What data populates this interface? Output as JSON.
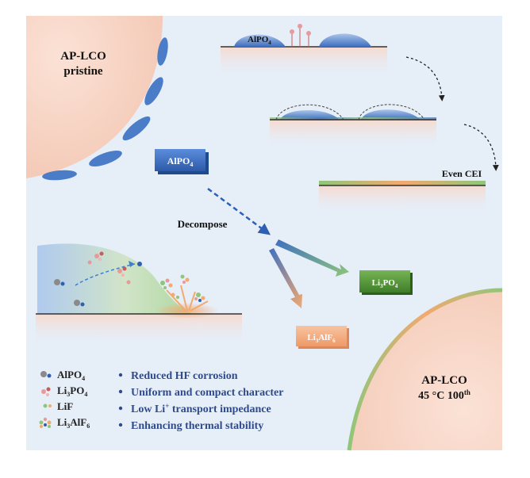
{
  "labels": {
    "pristine_line1": "AP-LCO",
    "pristine_line2": "pristine",
    "cycled_line1": "AP-LCO",
    "cycled_line2_pre": "45 °C 100",
    "cycled_line2_sup": "th",
    "surface_alpo4_base": "AlPO",
    "surface_alpo4_sub": "4",
    "even_cei": "Even CEI",
    "decompose": "Decompose"
  },
  "badges": {
    "alpo4": {
      "base": "AlPO",
      "sub": "4",
      "color": "#3b6fc4"
    },
    "li3po4": {
      "pre": "Li",
      "sub1": "3",
      "mid": "PO",
      "sub2": "4",
      "color": "#5a9a3c"
    },
    "li3alf6": {
      "pre": "Li",
      "sub1": "3",
      "mid": "AlF",
      "sub2": "6",
      "color": "#f2a77a"
    }
  },
  "legend": [
    {
      "pre": "AlPO",
      "sub": "4",
      "post": "",
      "icon": "alpo4-particle-icon"
    },
    {
      "pre": "Li",
      "sub": "3",
      "post": "PO",
      "sub2": "4",
      "icon": "li3po4-particle-icon"
    },
    {
      "pre": "LiF",
      "sub": "",
      "post": "",
      "icon": "lif-particle-icon"
    },
    {
      "pre": "Li",
      "sub": "3",
      "post": "AlF",
      "sub2": "6",
      "icon": "li3alf6-particle-icon"
    }
  ],
  "bullets": [
    {
      "text": "Reduced HF corrosion"
    },
    {
      "text": "Uniform and compact character"
    },
    {
      "pre": "Low Li",
      "sup": "+",
      "post": " transport impedance"
    },
    {
      "text": "Enhancing thermal stability"
    }
  ],
  "colors": {
    "background": "#e6eef8",
    "particle_pink": "#f7d6c6",
    "blue_dome": "#4a7cc7",
    "green_layer": "#8fc67a",
    "orange_layer": "#f3a96f",
    "bullet_blue": "#2f4b8c"
  }
}
